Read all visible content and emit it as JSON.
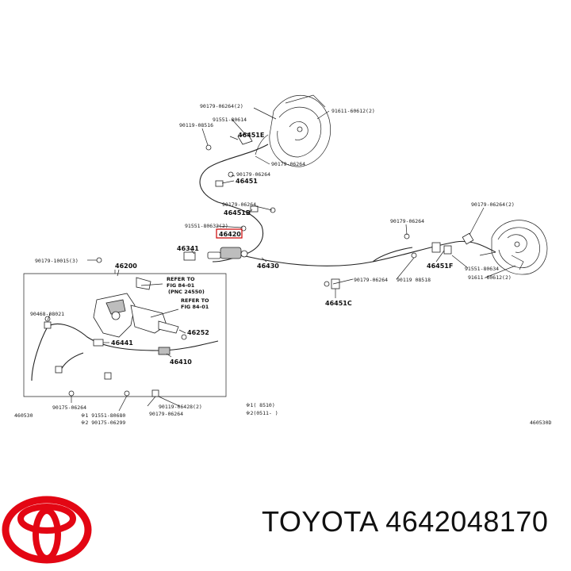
{
  "labels": {
    "l01": "90179-06264(2)",
    "l02": "91611-60612(2)",
    "l03": "91551-80614",
    "l04": "90119-08516",
    "l05": "46451E",
    "l06": "90179-06264",
    "l07": "90179-06264",
    "l08": "46451",
    "l09": "90179-06264",
    "l10": "46451B",
    "l11": "91551-80632(2)",
    "l12": "46420",
    "l13": "46341",
    "l14": "46430",
    "l15": "90179-10015(3)",
    "l16": "46200",
    "l17": "90179-06264(2)",
    "l18": "90179-06264",
    "l19": "46451F",
    "l20": "91551-80634",
    "l21": "91611-60612(2)",
    "l22": "90179-06264",
    "l23": "90119 08518",
    "l24": "46451C",
    "l25": "REFER TO",
    "l26": "FIG 84-01",
    "l27": "(PNC 24550)",
    "l28": "REFER TO",
    "l29": "FIG 84-01",
    "l30": "90468-08021",
    "l31": "46252",
    "l32": "46441",
    "l33": "46410",
    "l34": "90175-06264",
    "l35": "460530",
    "l36": "※1 91551-80680",
    "l37": "※2 90175-06299",
    "l38": "90179-06264",
    "l39": "90119-06428(2)",
    "l40": "※1(      8510)",
    "l41": "※2(0511-      )",
    "l42": "460530D"
  },
  "caption": {
    "brand": "TOYOTA",
    "part_number": "4642048170"
  },
  "colors": {
    "logo_red": "#e30613",
    "line": "#222222",
    "highlight_box": "#cc0000"
  },
  "icons": {
    "logo": "toyota-logo"
  }
}
